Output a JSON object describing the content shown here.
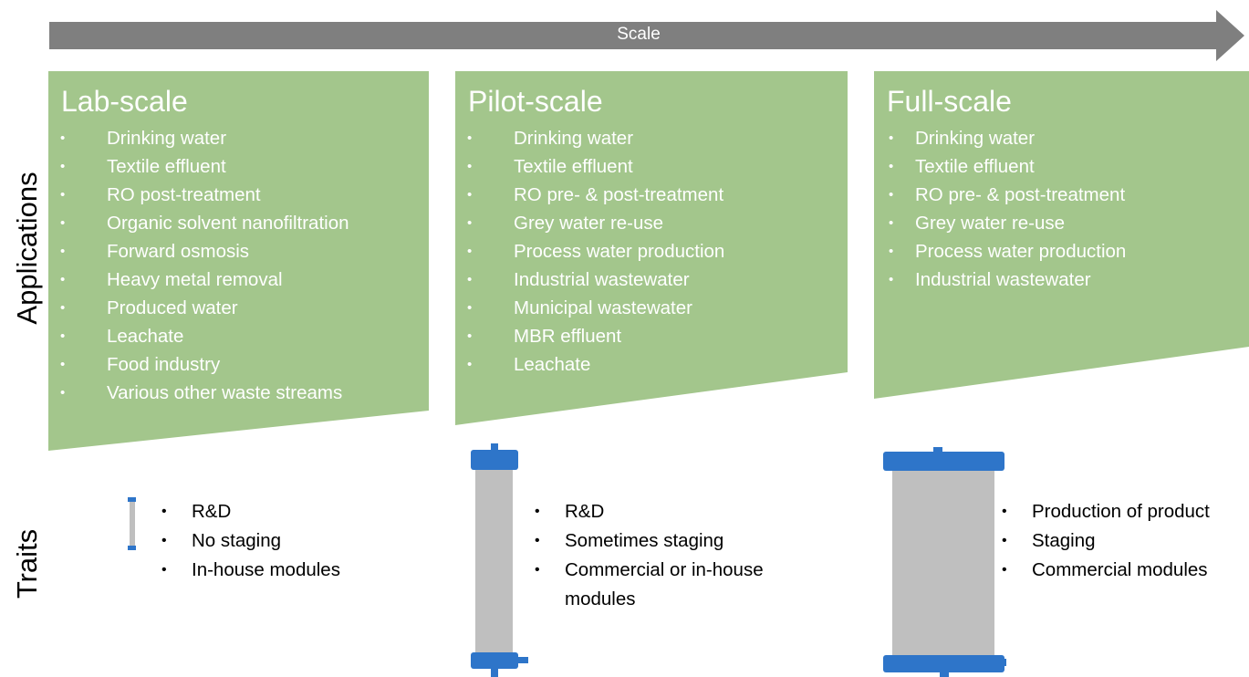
{
  "scale_arrow": {
    "label": "Scale",
    "color": "#7f7f7f"
  },
  "row_labels": {
    "applications": "Applications",
    "traits": "Traits"
  },
  "colors": {
    "panel": "#a3c68c",
    "module_body": "#bfbfbf",
    "module_caps": "#2e75c9"
  },
  "panels": {
    "lab": {
      "title": "Lab-scale",
      "applications": [
        "Drinking water",
        "Textile effluent",
        "RO post-treatment",
        "Organic solvent nanofiltration",
        "Forward osmosis",
        "Heavy metal removal",
        "Produced water",
        "Leachate",
        "Food industry",
        "Various other waste streams"
      ],
      "traits": [
        "R&D",
        "No staging",
        "In-house modules"
      ]
    },
    "pilot": {
      "title": "Pilot-scale",
      "applications": [
        "Drinking water",
        "Textile effluent",
        "RO pre- & post-treatment",
        "Grey water re-use",
        "Process water production",
        "Industrial wastewater",
        "Municipal wastewater",
        "MBR effluent",
        "Leachate"
      ],
      "traits": [
        "R&D",
        "Sometimes staging",
        "Commercial or in-house modules"
      ]
    },
    "full": {
      "title": "Full-scale",
      "applications": [
        "Drinking water",
        "Textile effluent",
        "RO pre- & post-treatment",
        "Grey water re-use",
        "Process water production",
        "Industrial wastewater"
      ],
      "traits": [
        "Production of product",
        "Staging",
        "Commercial modules"
      ]
    }
  },
  "modules": [
    {
      "name": "lab-module-icon",
      "scale": "lab"
    },
    {
      "name": "pilot-module-icon",
      "scale": "pilot"
    },
    {
      "name": "full-module-icon",
      "scale": "full"
    }
  ]
}
